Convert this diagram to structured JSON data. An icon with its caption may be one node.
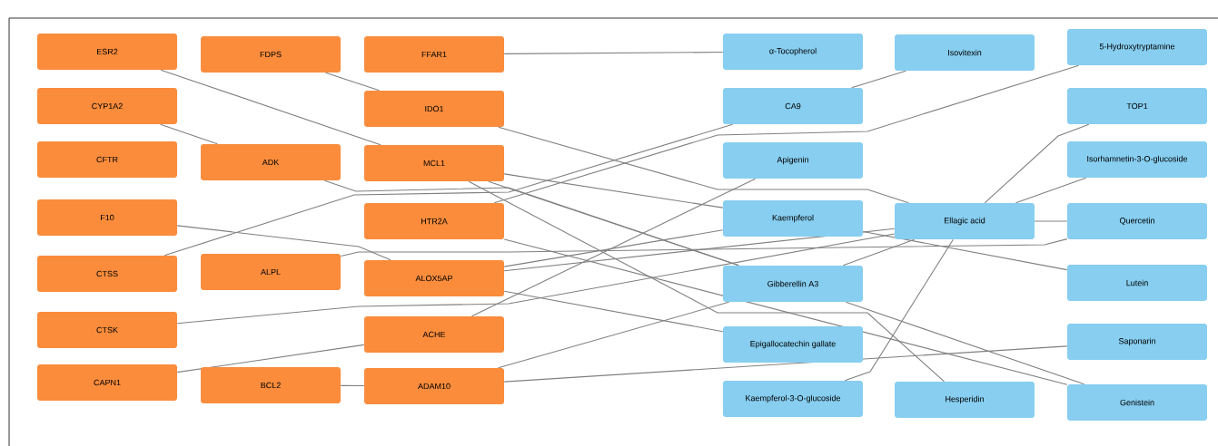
{
  "diagram": {
    "nodes": [
      {
        "text": [
          "ESR2"
        ]
      },
      {
        "text": [
          "CYP1A2"
        ]
      },
      {
        "text": [
          "CFTR"
        ]
      },
      {
        "text": [
          "F10"
        ]
      },
      {
        "text": [
          "CTSS"
        ]
      },
      {
        "text": [
          "CTSK"
        ]
      },
      {
        "text": [
          "CAPN1"
        ]
      },
      {
        "text": [
          "FDPS"
        ]
      },
      {
        "text": [
          "ADK"
        ]
      },
      {
        "text": [
          "ALPL"
        ]
      },
      {
        "text": [
          "BCL2"
        ]
      },
      {
        "text": [
          "FFAR1"
        ]
      },
      {
        "text": [
          "IDO1"
        ]
      },
      {
        "text": [
          "MCL1"
        ]
      },
      {
        "text": [
          "HTR2A"
        ]
      },
      {
        "text": [
          "ALOX5AP"
        ]
      },
      {
        "text": [
          "ACHE"
        ]
      },
      {
        "text": [
          "ADAM10"
        ]
      },
      {
        "text": [
          "α-Tocopherol"
        ]
      },
      {
        "text": [
          "CA9"
        ]
      },
      {
        "text": [
          "Apigenin"
        ]
      },
      {
        "text": [
          "Kaempferol"
        ]
      },
      {
        "text": [
          "Gibberellin A3"
        ]
      },
      {
        "text": [
          "Epigallocatechin gallate"
        ]
      },
      {
        "text": [
          "Kaempferol-3-O-glucoside"
        ]
      },
      {
        "text": [
          "Isovitexin"
        ]
      },
      {
        "text": [
          "Ellagic acid"
        ]
      },
      {
        "text": [
          "Hesperidin"
        ]
      },
      {
        "text": [
          "5-Hydroxytryptamine"
        ]
      },
      {
        "text": [
          "TOP1"
        ]
      },
      {
        "text": [
          "Isorhamnetin-3-O-glucoside"
        ]
      },
      {
        "text": [
          "Quercetin"
        ]
      },
      {
        "text": [
          "Lutein"
        ]
      },
      {
        "text": [
          "Saponarin"
        ]
      },
      {
        "text": [
          "Genistein"
        ]
      }
    ],
    "edges": [
      {
        "from": 11,
        "to": 18,
        "arrow": "none"
      },
      {
        "from": 0,
        "to": 13,
        "arrow": "none"
      },
      {
        "from": 7,
        "to": 12,
        "arrow": "none"
      },
      {
        "from": 1,
        "to": 8,
        "arrow": "none"
      },
      {
        "from": 12,
        "to": 26,
        "arrow": "none"
      },
      {
        "from": 4,
        "to": 19,
        "arrow": "none"
      },
      {
        "from": 25,
        "to": 19,
        "arrow": "none"
      },
      {
        "from": 16,
        "to": 20,
        "arrow": "none"
      },
      {
        "from": 28,
        "to": 14,
        "arrow": "none"
      },
      {
        "from": 13,
        "to": 21,
        "arrow": "none"
      },
      {
        "from": 13,
        "to": 22,
        "arrow": "none"
      },
      {
        "from": 13,
        "to": 27,
        "arrow": "none"
      },
      {
        "from": 8,
        "to": 22,
        "arrow": "none"
      },
      {
        "from": 21,
        "to": 32,
        "arrow": "none"
      },
      {
        "from": 14,
        "to": 34,
        "arrow": "none"
      },
      {
        "from": 22,
        "to": 34,
        "arrow": "none"
      },
      {
        "from": 3,
        "to": 15,
        "arrow": "none"
      },
      {
        "from": 9,
        "to": 31,
        "arrow": "none"
      },
      {
        "from": 15,
        "to": 21,
        "arrow": "none"
      },
      {
        "from": 15,
        "to": 26,
        "arrow": "none"
      },
      {
        "from": 15,
        "to": 23,
        "arrow": "none"
      },
      {
        "from": 5,
        "to": 26,
        "arrow": "none"
      },
      {
        "from": 6,
        "to": 16,
        "arrow": "none"
      },
      {
        "from": 10,
        "to": 17,
        "arrow": "none"
      },
      {
        "from": 17,
        "to": 33,
        "arrow": "none"
      },
      {
        "from": 17,
        "to": 22,
        "arrow": "none"
      },
      {
        "from": 26,
        "to": 30,
        "arrow": "none"
      },
      {
        "from": 26,
        "to": 31,
        "arrow": "none"
      },
      {
        "from": 24,
        "to": 26,
        "arrow": "none"
      },
      {
        "from": 29,
        "to": 26,
        "arrow": "none"
      },
      {
        "from": 22,
        "to": 26,
        "arrow": "none"
      }
    ]
  }
}
